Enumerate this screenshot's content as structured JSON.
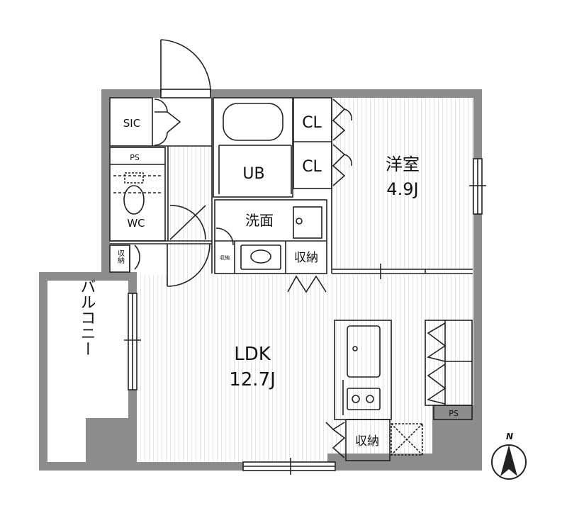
{
  "rooms": {
    "sic": "SIC",
    "ps_wc": "PS",
    "wc": "WC",
    "storage_small_left": "収納",
    "ub": "UB",
    "cl_top": "CL",
    "cl_bottom": "CL",
    "western_room": "洋室",
    "western_room_size": "4.9J",
    "washroom": "洗面",
    "storage_tiny": "収納",
    "storage_mid": "収納",
    "balcony": "バルコニー",
    "ldk": "LDK",
    "ldk_size": "12.7J",
    "ps_kitchen": "PS",
    "storage_kitchen": "収納"
  },
  "compass": {
    "label": "N"
  },
  "colors": {
    "wall": "#8c8c8c",
    "line": "#222222",
    "floor_stripe": "#e6e6e6",
    "background": "#ffffff"
  }
}
